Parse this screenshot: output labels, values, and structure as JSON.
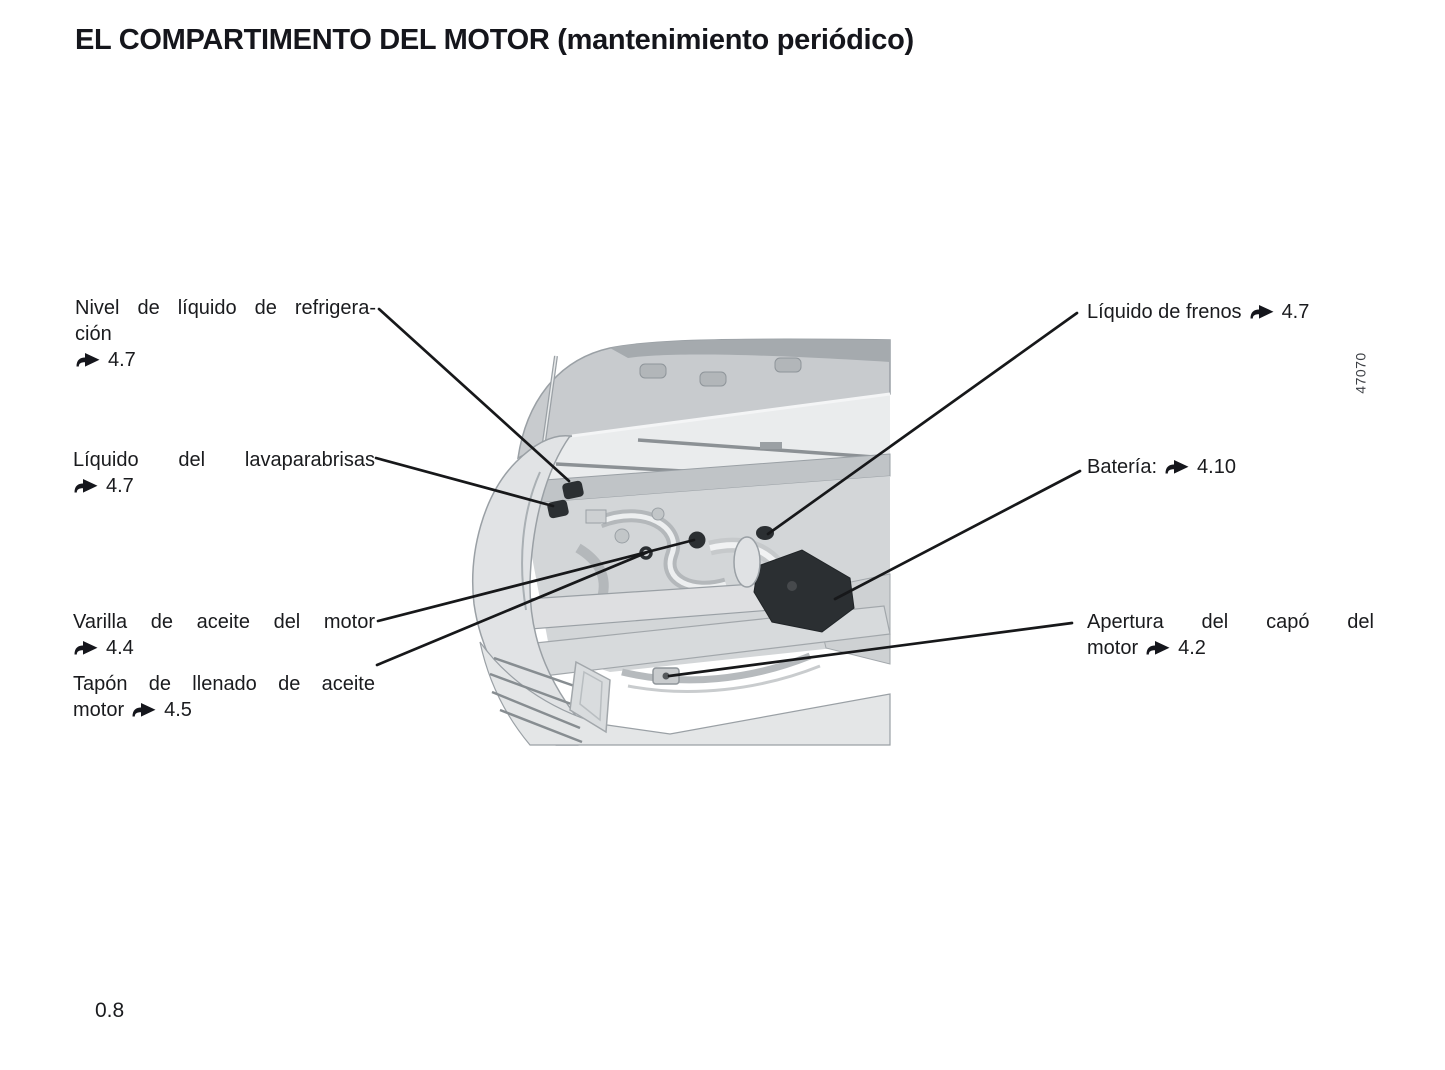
{
  "page": {
    "title": "EL COMPARTIMENTO DEL MOTOR (mantenimiento periódico)",
    "page_number": "0.8",
    "figure_number": "47070"
  },
  "colors": {
    "text": "#1a1b1e",
    "leader_line": "#17181a",
    "dark_part": "#2b2f32",
    "body_gray": "#d9dbdd"
  },
  "callouts": [
    {
      "id": "coolant-level",
      "side": "left",
      "target": "coolant-cap",
      "lines": [
        {
          "text": "Nivel de líquido de refrigera-",
          "justify": true
        },
        {
          "text": "ción"
        },
        {
          "ref": "4.7"
        }
      ]
    },
    {
      "id": "washer-fluid",
      "side": "left",
      "target": "washer-cap",
      "lines": [
        {
          "text": "Líquido del lavaparabrisas",
          "justify": true
        },
        {
          "ref": "4.7"
        }
      ]
    },
    {
      "id": "oil-dipstick",
      "side": "left",
      "target": "dipstick",
      "lines": [
        {
          "text": "Varilla de aceite del motor",
          "justify": true
        },
        {
          "ref": "4.4"
        }
      ]
    },
    {
      "id": "oil-filler-cap",
      "side": "left",
      "target": "oil-cap",
      "lines": [
        {
          "text": "Tapón de llenado de aceite",
          "justify": true
        },
        {
          "text": "motor",
          "ref": "4.5"
        }
      ]
    },
    {
      "id": "brake-fluid",
      "side": "right",
      "target": "brake-fluid-cap",
      "lines": [
        {
          "text": "Líquido de frenos",
          "ref": "4.7"
        }
      ]
    },
    {
      "id": "battery",
      "side": "right",
      "target": "battery-cover",
      "lines": [
        {
          "text": "Batería:",
          "ref": "4.10"
        }
      ]
    },
    {
      "id": "hood-release",
      "side": "right",
      "target": "hood-latch",
      "lines": [
        {
          "text": "Apertura del capó del",
          "justify": true
        },
        {
          "text": "motor",
          "ref": "4.2"
        }
      ]
    }
  ]
}
